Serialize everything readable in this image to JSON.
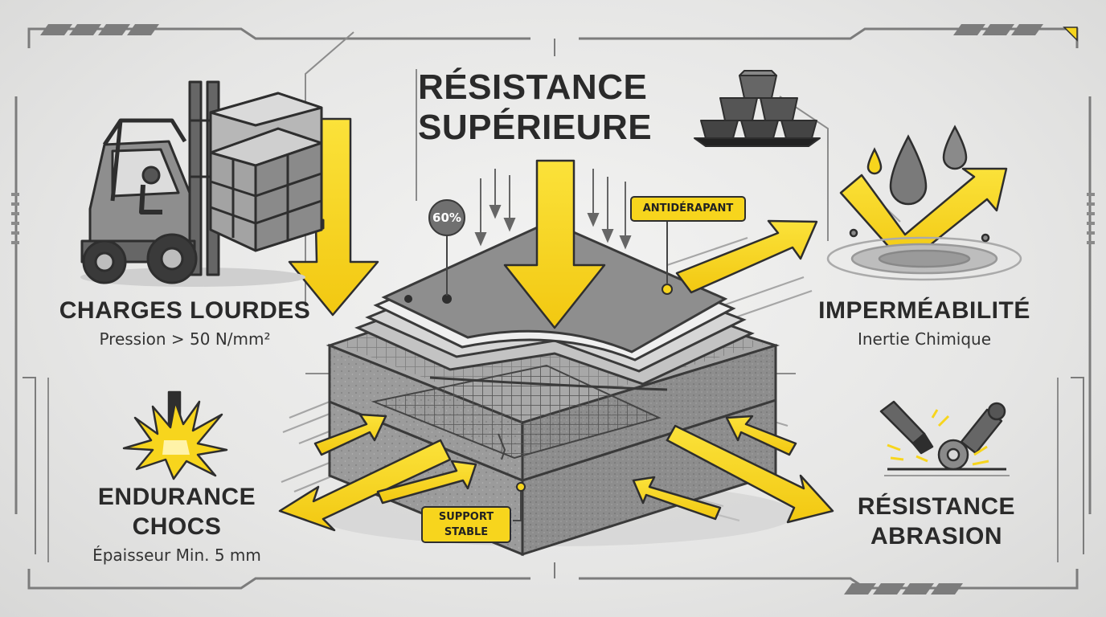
{
  "title": {
    "line1": "RÉSISTANCE",
    "line2": "SUPÉRIEURE"
  },
  "features": {
    "heavy_loads": {
      "title": "CHARGES LOURDES",
      "subtitle": "Pression > 50 N/mm²"
    },
    "waterproof": {
      "title": "IMPERMÉABILITÉ",
      "subtitle": "Inertie Chimique"
    },
    "impact": {
      "title_line1": "ENDURANCE",
      "title_line2": "CHOCS",
      "subtitle": "Épaisseur Min. 5 mm"
    },
    "abrasion": {
      "title_line1": "RÉSISTANCE",
      "title_line2": "ABRASION"
    }
  },
  "callouts": {
    "percentage": "60%",
    "anti_slip": "ANTIDÉRAPANT",
    "support_line1": "SUPPORT",
    "support_line2": "STABLE"
  },
  "icons": [
    "forklift-icon",
    "metal-ingots-icon",
    "water-drops-icon",
    "impact-burst-icon",
    "grinder-icon",
    "concrete-slab-icon"
  ],
  "colors": {
    "accent": "#f7d51d",
    "dark": "#2e2e2e",
    "concrete": "#9a9a9a",
    "background": "#e9e9e8"
  }
}
